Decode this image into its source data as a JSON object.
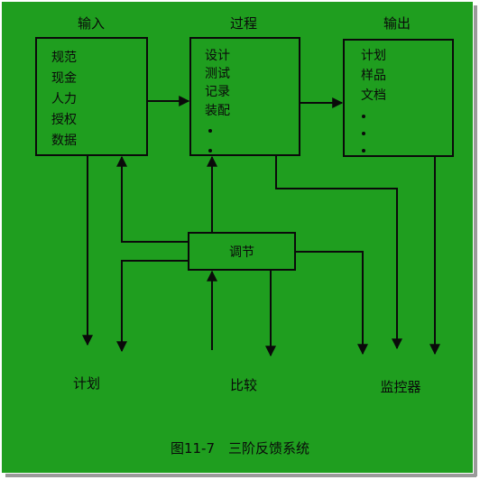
{
  "diagram": {
    "headers": {
      "input": "输入",
      "process": "过程",
      "output": "输出"
    },
    "boxes": {
      "input_items": [
        "规范",
        "现金",
        "人力",
        "授权",
        "数据"
      ],
      "process_items": [
        "设计",
        "测试",
        "记录",
        "装配"
      ],
      "output_items": [
        "计划",
        "样品",
        "文档"
      ],
      "adjust": "调节"
    },
    "bottom_labels": {
      "plan": "计划",
      "compare": "比较",
      "monitor": "监控器"
    },
    "caption": "图11-7　三阶反馈系统"
  },
  "colors": {
    "background": "#1f9e1f",
    "ink": "#0a0a0a"
  }
}
